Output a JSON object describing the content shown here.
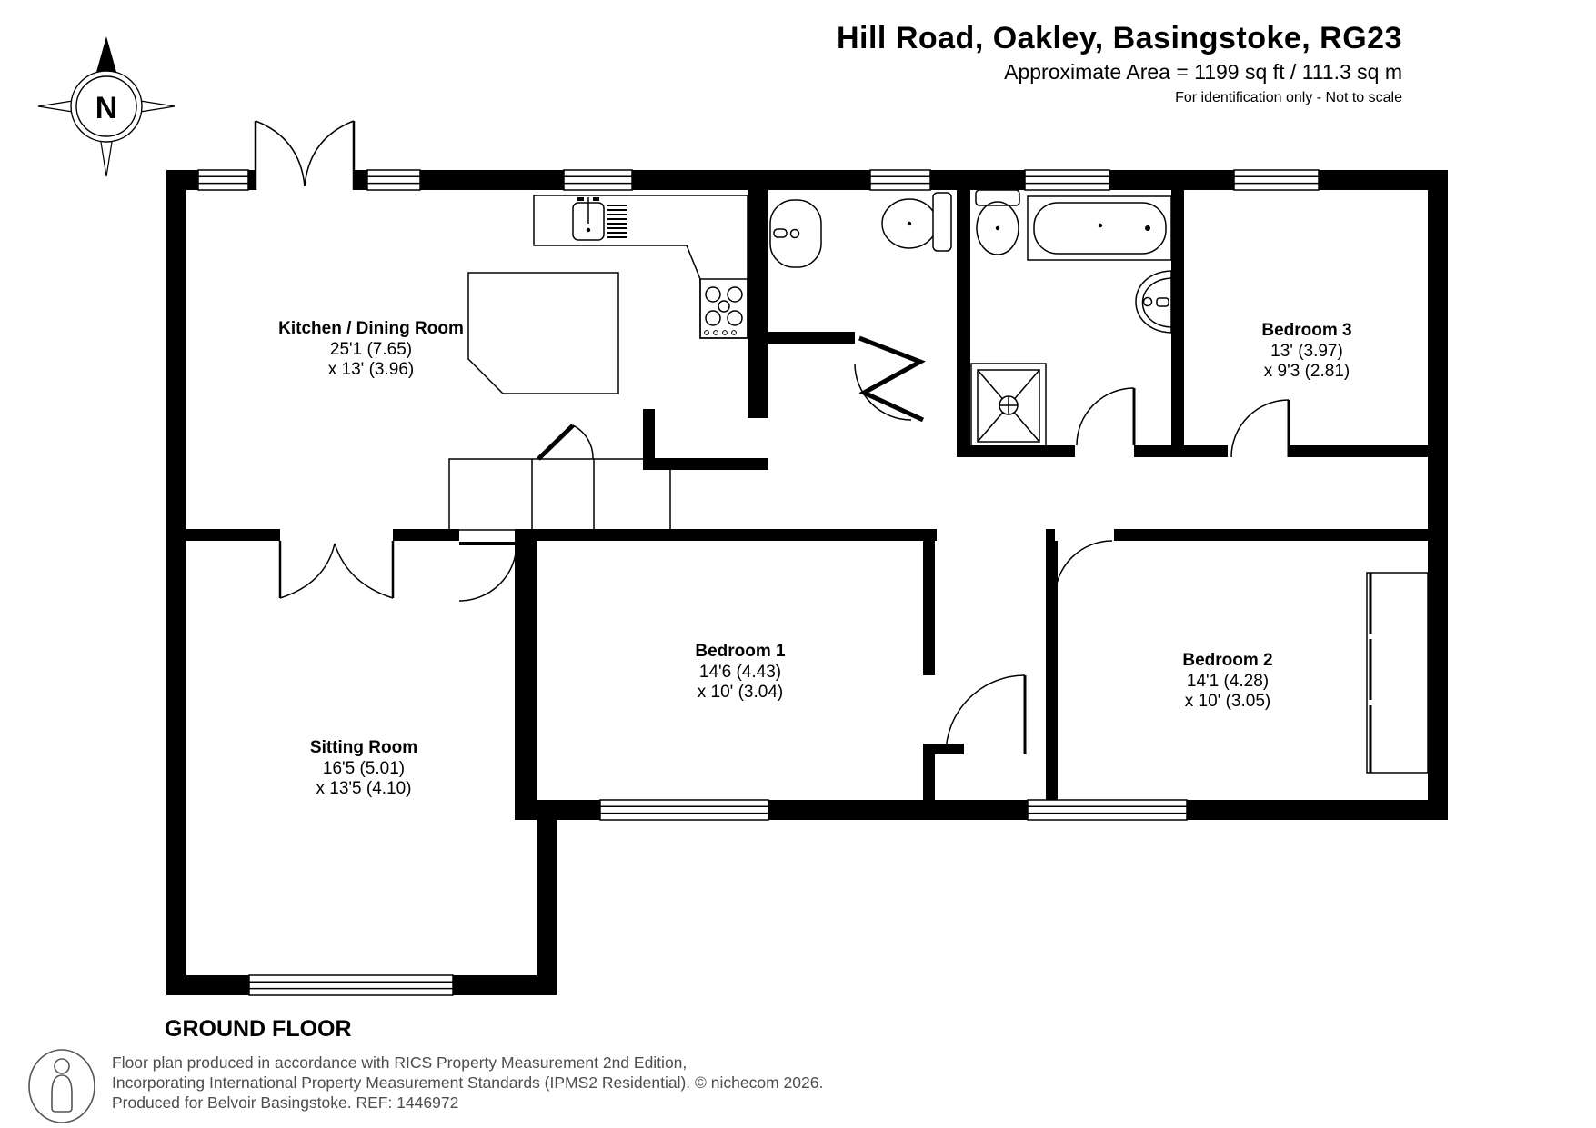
{
  "header": {
    "title": "Hill Road, Oakley, Basingstoke, RG23",
    "area_line": "Approximate Area = 1199 sq ft / 111.3 sq m",
    "disclaimer": "For identification only - Not to scale"
  },
  "compass": {
    "label": "N"
  },
  "floor_label": "GROUND FLOOR",
  "rooms": {
    "kitchen": {
      "name": "Kitchen / Dining Room",
      "dim1": "25'1 (7.65)",
      "dim2": "x 13' (3.96)"
    },
    "bedroom3": {
      "name": "Bedroom 3",
      "dim1": "13' (3.97)",
      "dim2": "x 9'3 (2.81)"
    },
    "bedroom1": {
      "name": "Bedroom 1",
      "dim1": "14'6 (4.43)",
      "dim2": "x 10' (3.04)"
    },
    "bedroom2": {
      "name": "Bedroom 2",
      "dim1": "14'1 (4.28)",
      "dim2": "x 10' (3.05)"
    },
    "sitting": {
      "name": "Sitting Room",
      "dim1": "16'5 (5.01)",
      "dim2": "x 13'5 (4.10)"
    }
  },
  "footer": {
    "line1": "Floor plan produced in accordance with RICS Property Measurement 2nd Edition,",
    "line2": "Incorporating International Property Measurement Standards (IPMS2 Residential).   © nichecom 2026.",
    "line3": "Produced for Belvoir Basingstoke.   REF:  1446972"
  },
  "colors": {
    "wall": "#000000",
    "footer_text": "#4d4d4d",
    "background": "#ffffff"
  }
}
